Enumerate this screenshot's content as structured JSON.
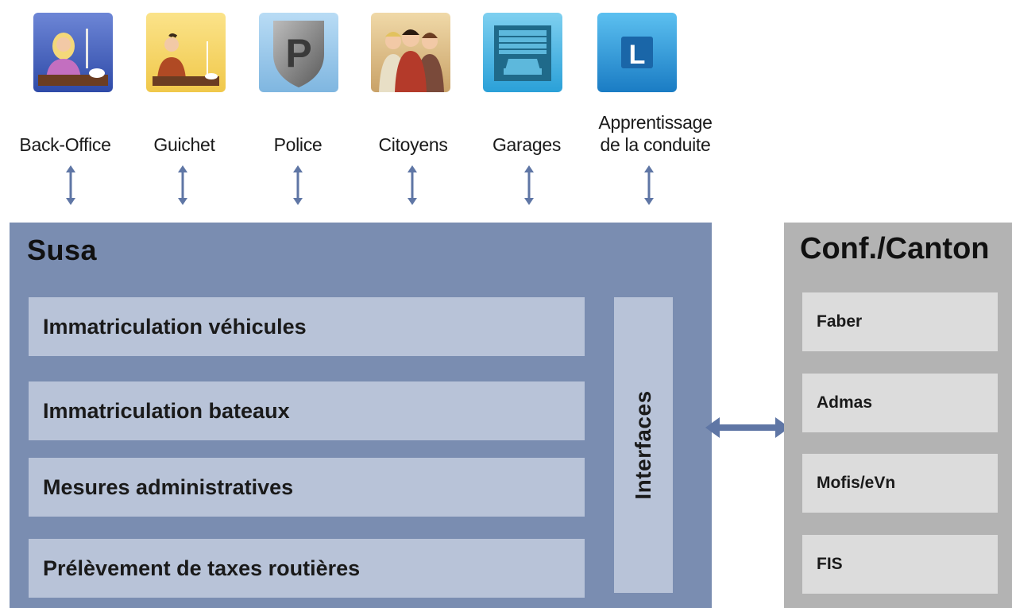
{
  "actors": [
    {
      "label": "Back-Office",
      "icon": "back-office-icon"
    },
    {
      "label": "Guichet",
      "icon": "guichet-icon"
    },
    {
      "label": "Police",
      "icon": "police-icon"
    },
    {
      "label": "Citoyens",
      "icon": "citoyens-icon"
    },
    {
      "label": "Garages",
      "icon": "garages-icon"
    },
    {
      "label_line1": "Apprentissage",
      "label_line2": "de la conduite",
      "icon": "apprentissage-icon",
      "icon_letter": "L",
      "police_letter": "P"
    }
  ],
  "susa": {
    "title": "Susa",
    "modules": [
      "Immatriculation véhicules",
      "Immatriculation bateaux",
      "Mesures administratives",
      "Prélèvement de taxes routières"
    ],
    "interfaces_label": "Interfaces"
  },
  "canton": {
    "title": "Conf./Canton",
    "systems": [
      "Faber",
      "Admas",
      "Mofis/eVn",
      "FIS"
    ]
  },
  "colors": {
    "susa_bg": "#7a8db1",
    "module_bg": "#b8c3d8",
    "canton_bg": "#b3b3b3",
    "system_bg": "#dcdcdc",
    "arrow": "#5f76a5"
  }
}
